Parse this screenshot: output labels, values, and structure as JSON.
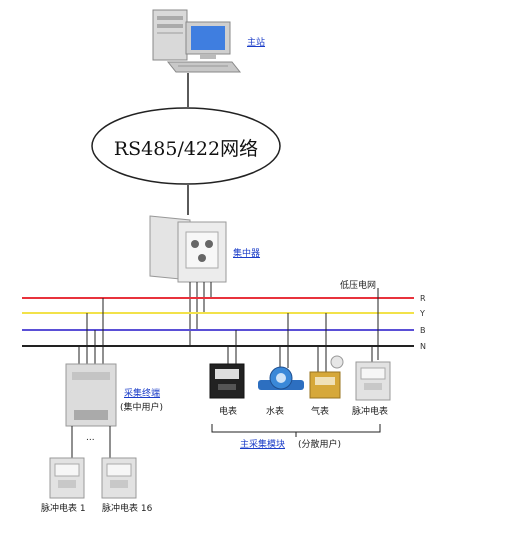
{
  "network": {
    "label": "RS485/422网络"
  },
  "host": {
    "label": "主站"
  },
  "concentrator": {
    "label": "集中器"
  },
  "grid": {
    "label": "低压电网"
  },
  "lines": [
    {
      "label": "R",
      "color": "#e8323c"
    },
    {
      "label": "Y",
      "color": "#f2e24a"
    },
    {
      "label": "B",
      "color": "#5a4fd6"
    },
    {
      "label": "N",
      "color": "#222222"
    }
  ],
  "terminal": {
    "label": "采集终端",
    "sublabel": "(集中用户)"
  },
  "pulse_meters": [
    {
      "label": "脉冲电表 1"
    },
    {
      "label": "脉冲电表 16"
    }
  ],
  "dots": "...",
  "distributed_meters": [
    {
      "label": "电表"
    },
    {
      "label": "水表"
    },
    {
      "label": "气表"
    },
    {
      "label": "脉冲电表"
    }
  ],
  "module": {
    "label": "主采集模块",
    "sublabel": "(分散用户)"
  },
  "colors": {
    "link": "#1a3cc8"
  }
}
